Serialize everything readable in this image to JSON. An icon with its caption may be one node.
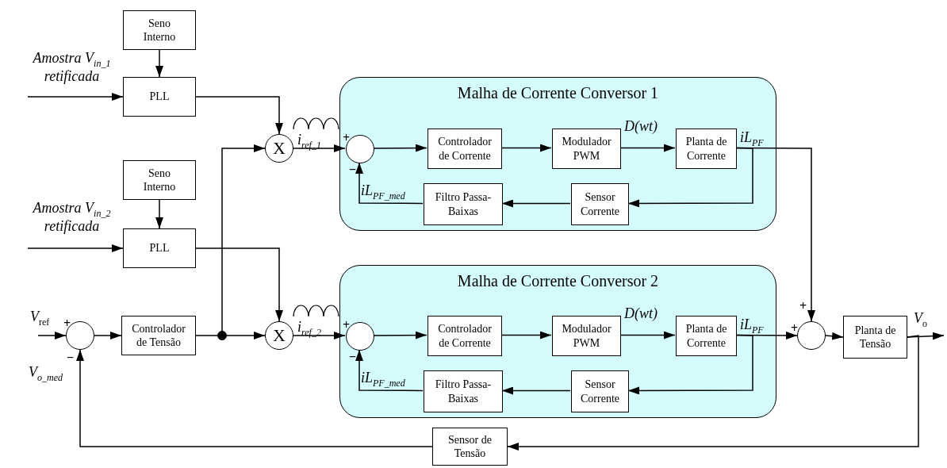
{
  "diagram": {
    "nodes": [
      {
        "text": [
          "Seno Interno"
        ]
      },
      {
        "text": [
          "PLL"
        ]
      },
      {
        "text": [
          "Seno Interno"
        ]
      },
      {
        "text": [
          "PLL"
        ]
      },
      {
        "text": [],
        "shape": "circle"
      },
      {
        "text": [
          "Controlador de Tensão"
        ]
      },
      {
        "text": [],
        "shape": "dot"
      },
      {
        "text": [
          "X"
        ]
      },
      {
        "text": [
          "X"
        ]
      },
      {
        "text": [
          "Malha de Corrente Conversor 1"
        ]
      },
      {
        "text": [],
        "shape": "circle",
        "in": 9
      },
      {
        "text": [
          "Controlador de Corrente"
        ],
        "in": 9
      },
      {
        "text": [
          "Modulador PWM"
        ],
        "in": 9
      },
      {
        "text": [
          "Planta de Corrente"
        ],
        "in": 9
      },
      {
        "text": [
          "Filtro Passa-Baixas"
        ],
        "in": 9
      },
      {
        "text": [
          "Sensor Corrente"
        ],
        "in": 9
      },
      {
        "text": [
          "Malha de Corrente Conversor 2"
        ]
      },
      {
        "text": [],
        "shape": "circle",
        "in": 16
      },
      {
        "text": [
          "Controlador de Corrente"
        ],
        "in": 16
      },
      {
        "text": [
          "Modulador PWM"
        ],
        "in": 16
      },
      {
        "text": [
          "Planta de Corrente"
        ],
        "in": 16
      },
      {
        "text": [
          "Filtro Passa-Baixas"
        ],
        "in": 16
      },
      {
        "text": [
          "Sensor Corrente"
        ],
        "in": 16
      },
      {
        "text": [],
        "shape": "circle"
      },
      {
        "text": [
          "Planta de Tensão"
        ]
      },
      {
        "text": [
          "Sensor de Tensão"
        ]
      }
    ],
    "edges": [
      {
        "from": null,
        "to": 1,
        "arrow": "to",
        "label": "Amostra V$_{in_1}$ retificada"
      },
      {
        "from": 0,
        "to": 1,
        "arrow": "to"
      },
      {
        "from": null,
        "to": 3,
        "arrow": "to",
        "label": "Amostra V$_{in_2}$ retificada"
      },
      {
        "from": 2,
        "to": 3,
        "arrow": "to"
      },
      {
        "from": 1,
        "to": 7,
        "arrow": "to"
      },
      {
        "from": 3,
        "to": 8,
        "arrow": "to"
      },
      {
        "from": null,
        "to": 4,
        "arrow": "to",
        "label": "*V*$_{ref}$"
      },
      {
        "from": 4,
        "to": 5,
        "arrow": "to"
      },
      {
        "from": 5,
        "to": 6,
        "arrow": "none"
      },
      {
        "from": 6,
        "to": 7,
        "arrow": "to"
      },
      {
        "from": 6,
        "to": 8,
        "arrow": "to"
      },
      {
        "from": 7,
        "to": 10,
        "arrow": "to",
        "label": "i$_{ref_1}$"
      },
      {
        "from": 10,
        "to": 11,
        "arrow": "to"
      },
      {
        "from": 11,
        "to": 12,
        "arrow": "to"
      },
      {
        "from": 12,
        "to": 13,
        "arrow": "to",
        "label": "D(wt)"
      },
      {
        "from": 13,
        "to": 15,
        "arrow": "to"
      },
      {
        "from": 15,
        "to": 14,
        "arrow": "to"
      },
      {
        "from": 14,
        "to": 10,
        "arrow": "to",
        "label": "iL$_{PF_med}$"
      },
      {
        "from": 8,
        "to": 17,
        "arrow": "to",
        "label": "i$_{ref_2}$"
      },
      {
        "from": 17,
        "to": 18,
        "arrow": "to"
      },
      {
        "from": 18,
        "to": 19,
        "arrow": "to"
      },
      {
        "from": 19,
        "to": 20,
        "arrow": "to",
        "label": "D(wt)"
      },
      {
        "from": 20,
        "to": 22,
        "arrow": "to"
      },
      {
        "from": 22,
        "to": 21,
        "arrow": "to"
      },
      {
        "from": 21,
        "to": 17,
        "arrow": "to",
        "label": "iL$_{PF_med}$"
      },
      {
        "from": 13,
        "to": 23,
        "arrow": "to",
        "label": "iL$_{PF}$"
      },
      {
        "from": 20,
        "to": 23,
        "arrow": "to",
        "label": "iL$_{PF}$"
      },
      {
        "from": 23,
        "to": 24,
        "arrow": "to"
      },
      {
        "from": 24,
        "to": null,
        "arrow": "to",
        "label": "*V*$_{o}$"
      },
      {
        "from": 24,
        "to": 25,
        "arrow": "to"
      },
      {
        "from": 25,
        "to": 4,
        "arrow": "to",
        "label": "V$_{o_med}$"
      }
    ],
    "labels": [
      "+",
      "−",
      "+",
      "+",
      "+",
      "+",
      "−",
      "−"
    ]
  }
}
